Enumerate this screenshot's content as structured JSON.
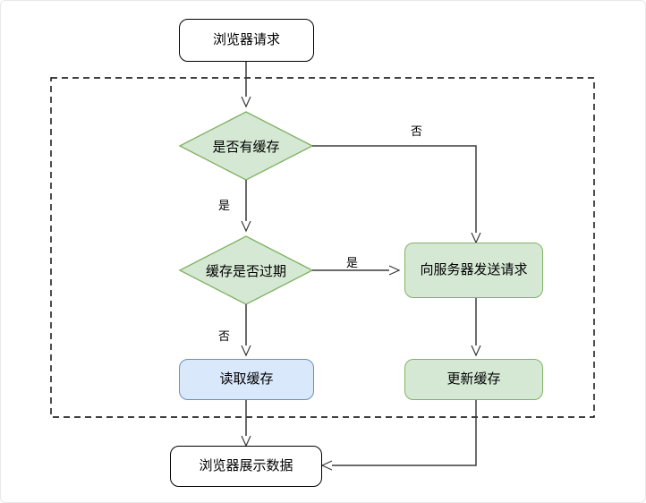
{
  "diagram": {
    "title": "browser-cache-flowchart",
    "colors": {
      "green_fill": "#d5e8d4",
      "green_stroke": "#82b366",
      "blue_fill": "#dae8fc",
      "blue_stroke": "#6c8ebf",
      "white_fill": "#ffffff",
      "node_stroke": "#000000",
      "edge_stroke": "#3b3b3b",
      "dashed_stroke": "#000000",
      "page_border": "#e8e8e8"
    },
    "nodes": [
      {
        "id": "browser-request",
        "label": "浏览器请求",
        "shape": "rounded-rect",
        "fill": "white"
      },
      {
        "id": "has-cache",
        "label": "是否有缓存",
        "shape": "diamond",
        "fill": "green"
      },
      {
        "id": "cache-expired",
        "label": "缓存是否过期",
        "shape": "diamond",
        "fill": "green"
      },
      {
        "id": "send-request",
        "label": "向服务器发送请求",
        "shape": "rounded-rect",
        "fill": "green"
      },
      {
        "id": "read-cache",
        "label": "读取缓存",
        "shape": "rounded-rect",
        "fill": "blue"
      },
      {
        "id": "update-cache",
        "label": "更新缓存",
        "shape": "rounded-rect",
        "fill": "green"
      },
      {
        "id": "browser-display",
        "label": "浏览器展示数据",
        "shape": "rounded-rect",
        "fill": "white"
      }
    ],
    "edge_labels": {
      "has_cache_no": "否",
      "has_cache_yes": "是",
      "cache_expired_yes": "是",
      "cache_expired_no": "否"
    },
    "edges": [
      {
        "from": "browser-request",
        "to": "has-cache",
        "label": ""
      },
      {
        "from": "has-cache",
        "to": "send-request",
        "label": "否"
      },
      {
        "from": "has-cache",
        "to": "cache-expired",
        "label": "是"
      },
      {
        "from": "cache-expired",
        "to": "send-request",
        "label": "是"
      },
      {
        "from": "cache-expired",
        "to": "read-cache",
        "label": "否"
      },
      {
        "from": "send-request",
        "to": "update-cache",
        "label": ""
      },
      {
        "from": "read-cache",
        "to": "browser-display",
        "label": ""
      },
      {
        "from": "update-cache",
        "to": "browser-display",
        "label": ""
      }
    ],
    "container": {
      "style": "dashed",
      "label": ""
    }
  }
}
